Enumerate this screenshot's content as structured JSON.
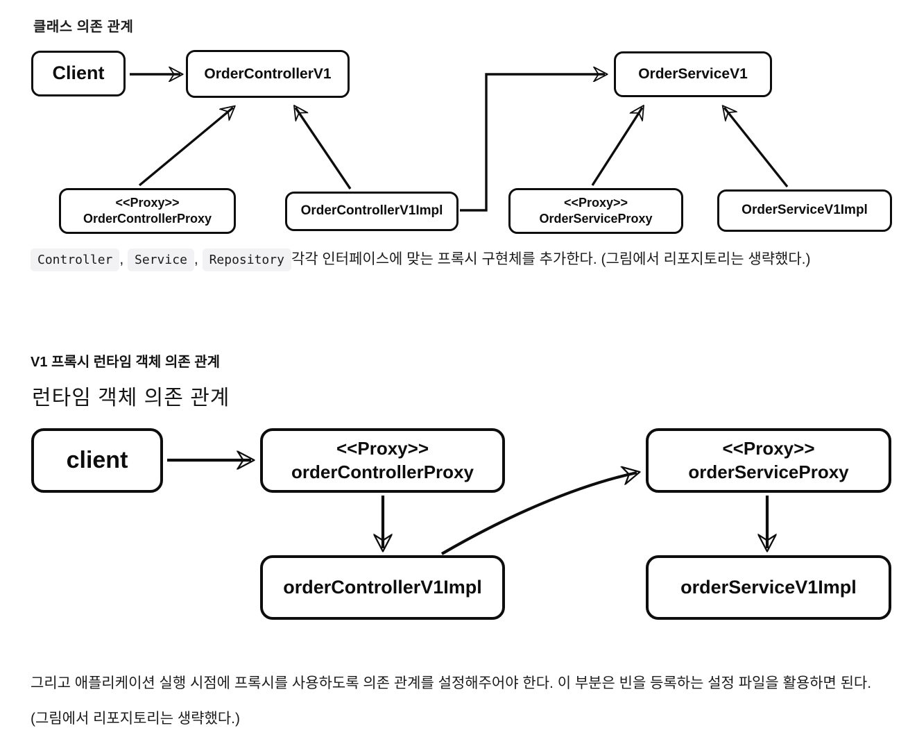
{
  "diagram1": {
    "title": "클래스 의존 관계",
    "nodes": {
      "client": "Client",
      "controller_interface": "OrderControllerV1",
      "proxy_stereotype": "<<Proxy>>",
      "controller_proxy": "OrderControllerProxy",
      "controller_impl": "OrderControllerV1Impl",
      "service_interface": "OrderServiceV1",
      "service_proxy": "OrderServiceProxy",
      "service_impl": "OrderServiceV1Impl"
    },
    "edges": [
      {
        "from": "Client",
        "to": "OrderControllerV1"
      },
      {
        "from": "OrderControllerProxy",
        "to": "OrderControllerV1"
      },
      {
        "from": "OrderControllerV1Impl",
        "to": "OrderControllerV1"
      },
      {
        "from": "OrderControllerV1Impl",
        "to": "OrderServiceV1"
      },
      {
        "from": "OrderServiceProxy",
        "to": "OrderServiceV1"
      },
      {
        "from": "OrderServiceV1Impl",
        "to": "OrderServiceV1"
      }
    ]
  },
  "paragraph1": {
    "code_terms": [
      "Controller",
      "Service",
      "Repository"
    ],
    "separator": ", ",
    "text": "각각 인터페이스에 맞는 프록시 구현체를 추가한다. (그림에서 리포지토리는 생략했다.)"
  },
  "heading": "V1 프록시 런타임 객체 의존 관계",
  "diagram2": {
    "title": "런타임 객체 의존 관계",
    "nodes": {
      "client": "client",
      "proxy_stereotype": "<<Proxy>>",
      "controller_proxy": "orderControllerProxy",
      "controller_impl": "orderControllerV1Impl",
      "service_proxy": "orderServiceProxy",
      "service_impl": "orderServiceV1Impl"
    },
    "edges": [
      {
        "from": "client",
        "to": "orderControllerProxy"
      },
      {
        "from": "orderControllerProxy",
        "to": "orderControllerV1Impl"
      },
      {
        "from": "orderControllerV1Impl",
        "to": "orderServiceProxy"
      },
      {
        "from": "orderServiceProxy",
        "to": "orderServiceV1Impl"
      }
    ]
  },
  "paragraph2": "그리고 애플리케이션 실행 시점에 프록시를 사용하도록 의존 관계를 설정해주어야 한다. 이 부분은 빈을 등록하는 설정 파일을 활용하면 된다. (그림에서 리포지토리는 생략했다.)"
}
